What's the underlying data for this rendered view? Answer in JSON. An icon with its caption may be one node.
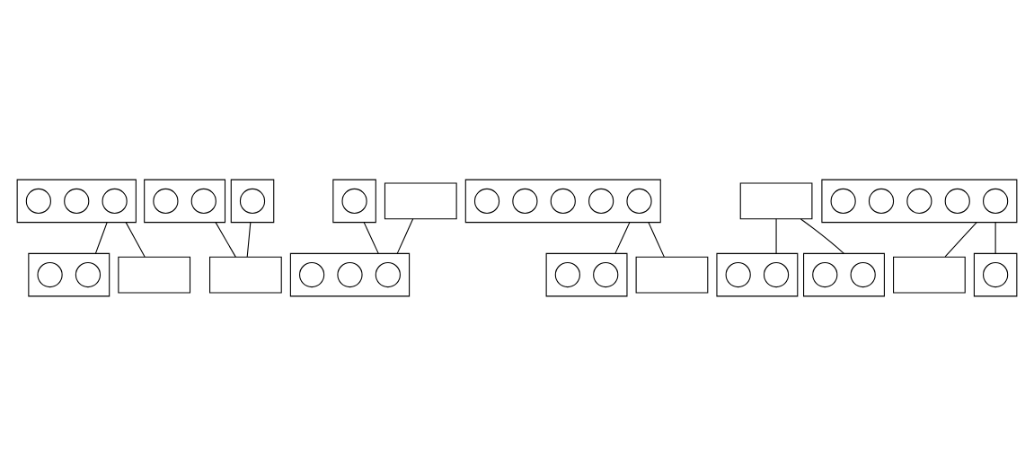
{
  "diagram": {
    "nodes": [
      {
        "text": [],
        "shape": "box"
      },
      {
        "text": [],
        "shape": "circle",
        "in": 0
      },
      {
        "text": [],
        "shape": "circle",
        "in": 0
      },
      {
        "text": [],
        "shape": "circle",
        "in": 0
      },
      {
        "text": [],
        "shape": "box"
      },
      {
        "text": [],
        "shape": "circle",
        "in": 4
      },
      {
        "text": [],
        "shape": "circle",
        "in": 4
      },
      {
        "text": [],
        "shape": "box"
      },
      {
        "text": [],
        "shape": "box"
      },
      {
        "text": [],
        "shape": "circle",
        "in": 8
      },
      {
        "text": [],
        "shape": "circle",
        "in": 8
      },
      {
        "text": [],
        "shape": "box"
      },
      {
        "text": [],
        "shape": "circle",
        "in": 11
      },
      {
        "text": [],
        "shape": "box"
      },
      {
        "text": [],
        "shape": "box"
      },
      {
        "text": [],
        "shape": "circle",
        "in": 14
      },
      {
        "text": [],
        "shape": "box"
      },
      {
        "text": [],
        "shape": "box"
      },
      {
        "text": [],
        "shape": "circle",
        "in": 17
      },
      {
        "text": [],
        "shape": "circle",
        "in": 17
      },
      {
        "text": [],
        "shape": "circle",
        "in": 17
      },
      {
        "text": [],
        "shape": "box"
      },
      {
        "text": [],
        "shape": "circle",
        "in": 21
      },
      {
        "text": [],
        "shape": "circle",
        "in": 21
      },
      {
        "text": [],
        "shape": "circle",
        "in": 21
      },
      {
        "text": [],
        "shape": "circle",
        "in": 21
      },
      {
        "text": [],
        "shape": "circle",
        "in": 21
      },
      {
        "text": [],
        "shape": "box"
      },
      {
        "text": [],
        "shape": "circle",
        "in": 27
      },
      {
        "text": [],
        "shape": "circle",
        "in": 27
      },
      {
        "text": [],
        "shape": "box"
      },
      {
        "text": [],
        "shape": "box"
      },
      {
        "text": [],
        "shape": "box"
      },
      {
        "text": [],
        "shape": "circle",
        "in": 32
      },
      {
        "text": [],
        "shape": "circle",
        "in": 32
      },
      {
        "text": [],
        "shape": "box"
      },
      {
        "text": [],
        "shape": "circle",
        "in": 35
      },
      {
        "text": [],
        "shape": "circle",
        "in": 35
      },
      {
        "text": [],
        "shape": "box"
      },
      {
        "text": [],
        "shape": "circle",
        "in": 38
      },
      {
        "text": [],
        "shape": "circle",
        "in": 38
      },
      {
        "text": [],
        "shape": "circle",
        "in": 38
      },
      {
        "text": [],
        "shape": "circle",
        "in": 38
      },
      {
        "text": [],
        "shape": "circle",
        "in": 38
      },
      {
        "text": [],
        "shape": "box"
      },
      {
        "text": [],
        "shape": "box"
      },
      {
        "text": [],
        "shape": "circle",
        "in": 45
      }
    ],
    "edges": [
      {
        "from": 0,
        "to": 4,
        "arrow": "none"
      },
      {
        "from": 0,
        "to": 7,
        "arrow": "none"
      },
      {
        "from": 8,
        "to": 13,
        "arrow": "none"
      },
      {
        "from": 11,
        "to": 13,
        "arrow": "none"
      },
      {
        "from": 14,
        "to": 17,
        "arrow": "none"
      },
      {
        "from": 16,
        "to": 17,
        "arrow": "none"
      },
      {
        "from": 21,
        "to": 27,
        "arrow": "none"
      },
      {
        "from": 21,
        "to": 30,
        "arrow": "none"
      },
      {
        "from": 31,
        "to": 32,
        "arrow": "none"
      },
      {
        "from": 31,
        "to": 35,
        "arrow": "none"
      },
      {
        "from": 38,
        "to": 44,
        "arrow": "none"
      },
      {
        "from": 38,
        "to": 45,
        "arrow": "none"
      }
    ]
  }
}
